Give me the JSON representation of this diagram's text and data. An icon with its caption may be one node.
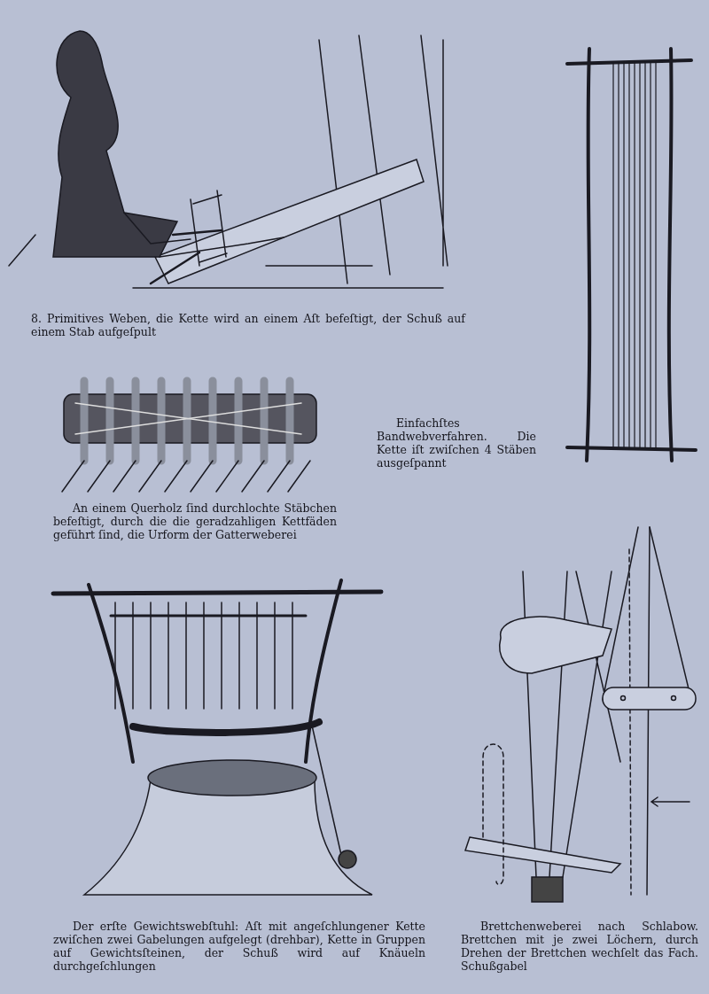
{
  "diagram": {
    "labels": [
      "8. Primitives Weben, die Kette wird an einem Aſt befeſtigt, der Schuß auf einem Stab aufgeſpult",
      "An einem Querholz ſind durchlochte Stäbchen befeſtigt, durch die die geradzahligen Kettfäden geführt ſind, die Urform der Gatterweberei",
      "Einfachſtes Bandwebverfahren. Die Kette iſt zwiſchen 4 Stäben ausgeſpannt",
      "Der erſte Gewichtswebſtuhl: Aſt mit angeſchlungener Kette zwiſchen zwei Gabelungen aufgelegt (drehbar), Kette in Gruppen auf Gewichtsſteinen, der Schuß wird auf Knäueln durchgeſchlungen",
      "Brettchenweberei nach Schlabow. Brettchen mit je zwei Löchern, durch Drehen der Brettchen wechſelt das Fach. Schußgabel"
    ]
  }
}
